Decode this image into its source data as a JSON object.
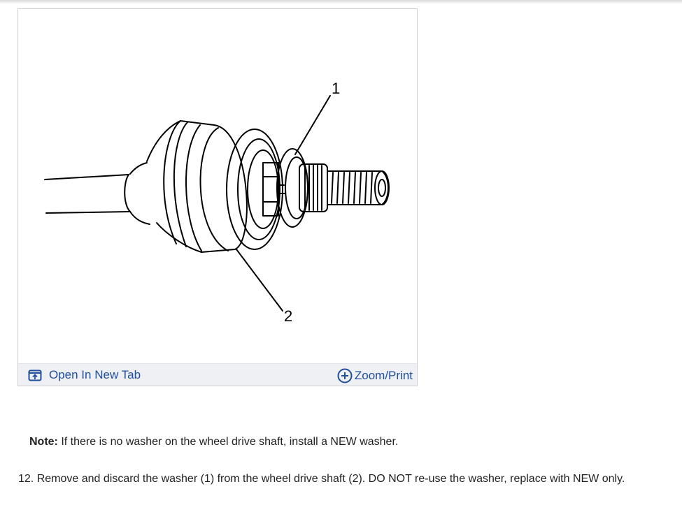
{
  "figure": {
    "callouts": {
      "washer": "1",
      "drive_shaft": "2"
    },
    "footer": {
      "open_tab_label": "Open In New Tab",
      "zoom_label": "Zoom/Print",
      "open_tab_icon": "open-in-new-tab-icon",
      "zoom_icon": "zoom-plus-icon"
    }
  },
  "note": {
    "label": "Note:",
    "text": " If there is no washer on the wheel drive shaft, install a NEW washer."
  },
  "step": {
    "number": "12.",
    "text": " Remove and discard the washer (1) from the wheel drive shaft (2). DO NOT re-use the washer, replace with NEW only."
  },
  "colors": {
    "link": "#1f4e9c",
    "footer_bg": "#eef0f3",
    "border": "#d0d0d0"
  }
}
